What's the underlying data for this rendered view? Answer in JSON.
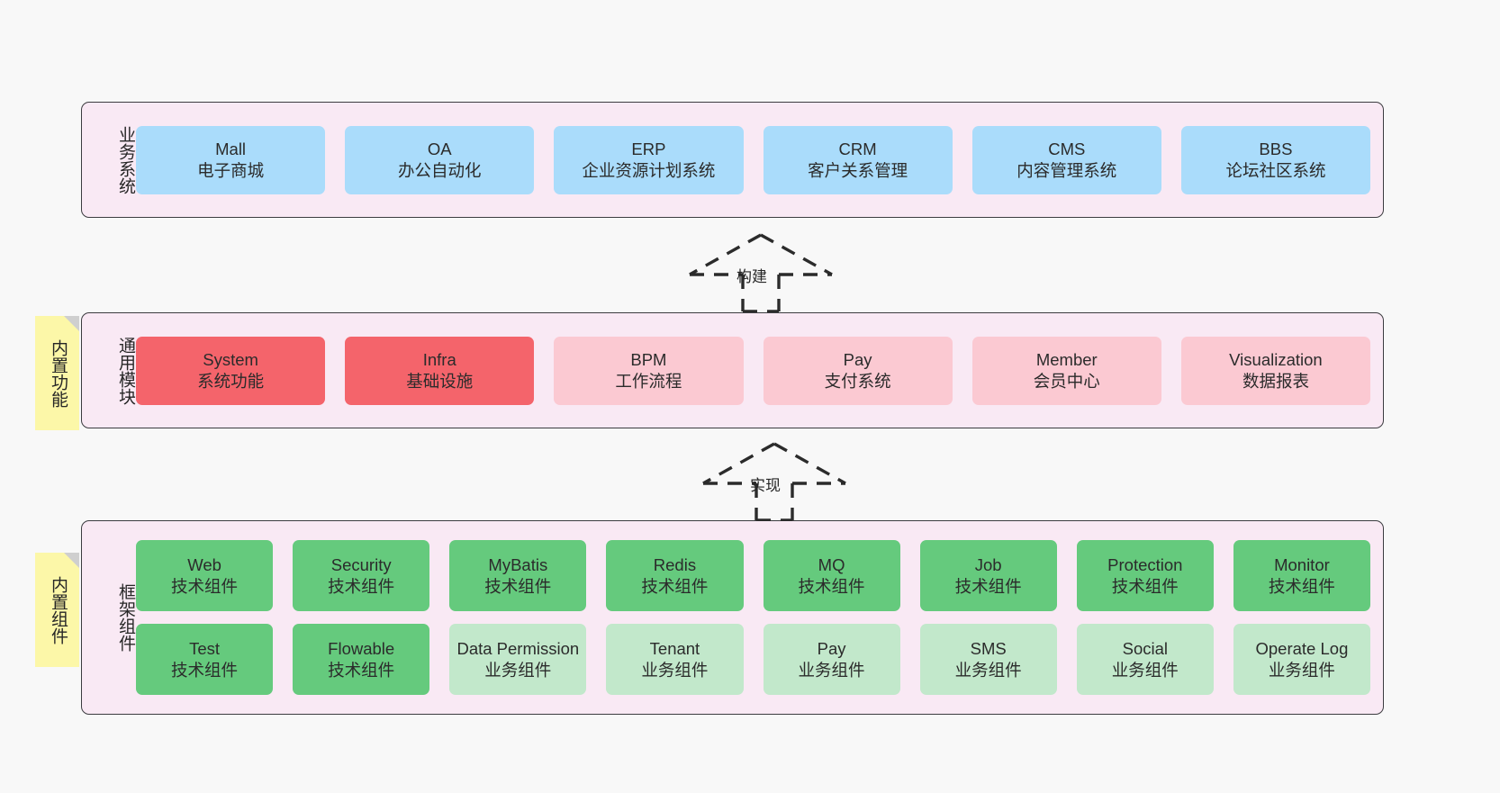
{
  "diagram": {
    "background_color": "#f8f8f8",
    "layer_fill": "#f9e9f4",
    "layer_border": "#3c3c40",
    "note_fill": "#fcf7a8"
  },
  "layers": [
    {
      "id": "business",
      "title": "业务系统",
      "rows": [
        {
          "nodes": [
            {
              "name": "Mall",
              "sub": "电子商城",
              "color": "blue"
            },
            {
              "name": "OA",
              "sub": "办公自动化",
              "color": "blue"
            },
            {
              "name": "ERP",
              "sub": "企业资源计划系统",
              "color": "blue"
            },
            {
              "name": "CRM",
              "sub": "客户关系管理",
              "color": "blue"
            },
            {
              "name": "CMS",
              "sub": "内容管理系统",
              "color": "blue"
            },
            {
              "name": "BBS",
              "sub": "论坛社区系统",
              "color": "blue"
            }
          ]
        }
      ]
    },
    {
      "id": "modules",
      "title": "通用模块",
      "rows": [
        {
          "nodes": [
            {
              "name": "System",
              "sub": "系统功能",
              "color": "red"
            },
            {
              "name": "Infra",
              "sub": "基础设施",
              "color": "red"
            },
            {
              "name": "BPM",
              "sub": "工作流程",
              "color": "pink"
            },
            {
              "name": "Pay",
              "sub": "支付系统",
              "color": "pink"
            },
            {
              "name": "Member",
              "sub": "会员中心",
              "color": "pink"
            },
            {
              "name": "Visualization",
              "sub": "数据报表",
              "color": "pink"
            }
          ]
        }
      ]
    },
    {
      "id": "framework",
      "title": "框架组件",
      "rows": [
        {
          "nodes": [
            {
              "name": "Web",
              "sub": "技术组件",
              "color": "green"
            },
            {
              "name": "Security",
              "sub": "技术组件",
              "color": "green"
            },
            {
              "name": "MyBatis",
              "sub": "技术组件",
              "color": "green"
            },
            {
              "name": "Redis",
              "sub": "技术组件",
              "color": "green"
            },
            {
              "name": "MQ",
              "sub": "技术组件",
              "color": "green"
            },
            {
              "name": "Job",
              "sub": "技术组件",
              "color": "green"
            },
            {
              "name": "Protection",
              "sub": "技术组件",
              "color": "green"
            },
            {
              "name": "Monitor",
              "sub": "技术组件",
              "color": "green"
            }
          ]
        },
        {
          "nodes": [
            {
              "name": "Test",
              "sub": "技术组件",
              "color": "green"
            },
            {
              "name": "Flowable",
              "sub": "技术组件",
              "color": "green"
            },
            {
              "name": "Data Permission",
              "sub": "业务组件",
              "color": "lightgreen"
            },
            {
              "name": "Tenant",
              "sub": "业务组件",
              "color": "lightgreen"
            },
            {
              "name": "Pay",
              "sub": "业务组件",
              "color": "lightgreen"
            },
            {
              "name": "SMS",
              "sub": "业务组件",
              "color": "lightgreen"
            },
            {
              "name": "Social",
              "sub": "业务组件",
              "color": "lightgreen"
            },
            {
              "name": "Operate Log",
              "sub": "业务组件",
              "color": "lightgreen"
            }
          ]
        }
      ]
    }
  ],
  "notes": [
    {
      "id": "functions",
      "text": "内置功能"
    },
    {
      "id": "components",
      "text": "内置组件"
    }
  ],
  "arrows": [
    {
      "id": "build",
      "label": "构建"
    },
    {
      "id": "impl",
      "label": "实现"
    }
  ]
}
